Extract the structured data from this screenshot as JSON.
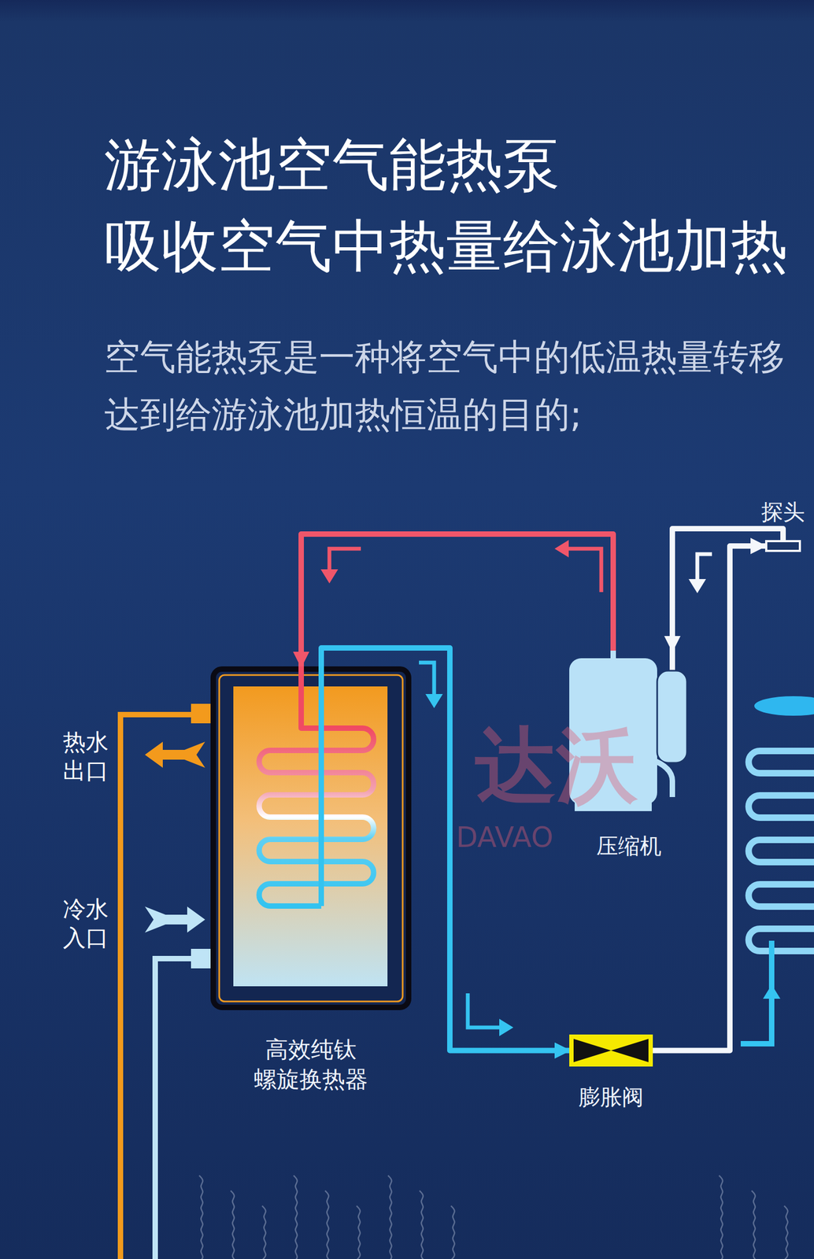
{
  "diagram": {
    "title": "游泳池空气能热泵 吸收空气中热量给泳池加热",
    "caption": "空气能热泵是一种将空气中的低温热量转移 达到给游泳池加热恒温的目的;",
    "nodes": [
      {
        "text": [
          "探头"
        ]
      },
      {
        "text": [
          "高效纯钛 螺旋换热器"
        ]
      },
      {
        "text": [
          "压缩机"
        ]
      },
      {
        "text": [
          "膨胀阀"
        ]
      }
    ],
    "edges": [
      {
        "from": 2,
        "to": 1,
        "arrow": "to"
      },
      {
        "from": 1,
        "to": 3,
        "arrow": "to"
      },
      {
        "from": 3,
        "to": 0,
        "arrow": "to"
      },
      {
        "from": 0,
        "to": 2,
        "arrow": "to"
      }
    ],
    "labels": [
      "热水 出口",
      "冷水 入口",
      "达沃",
      "DAVAO"
    ]
  }
}
